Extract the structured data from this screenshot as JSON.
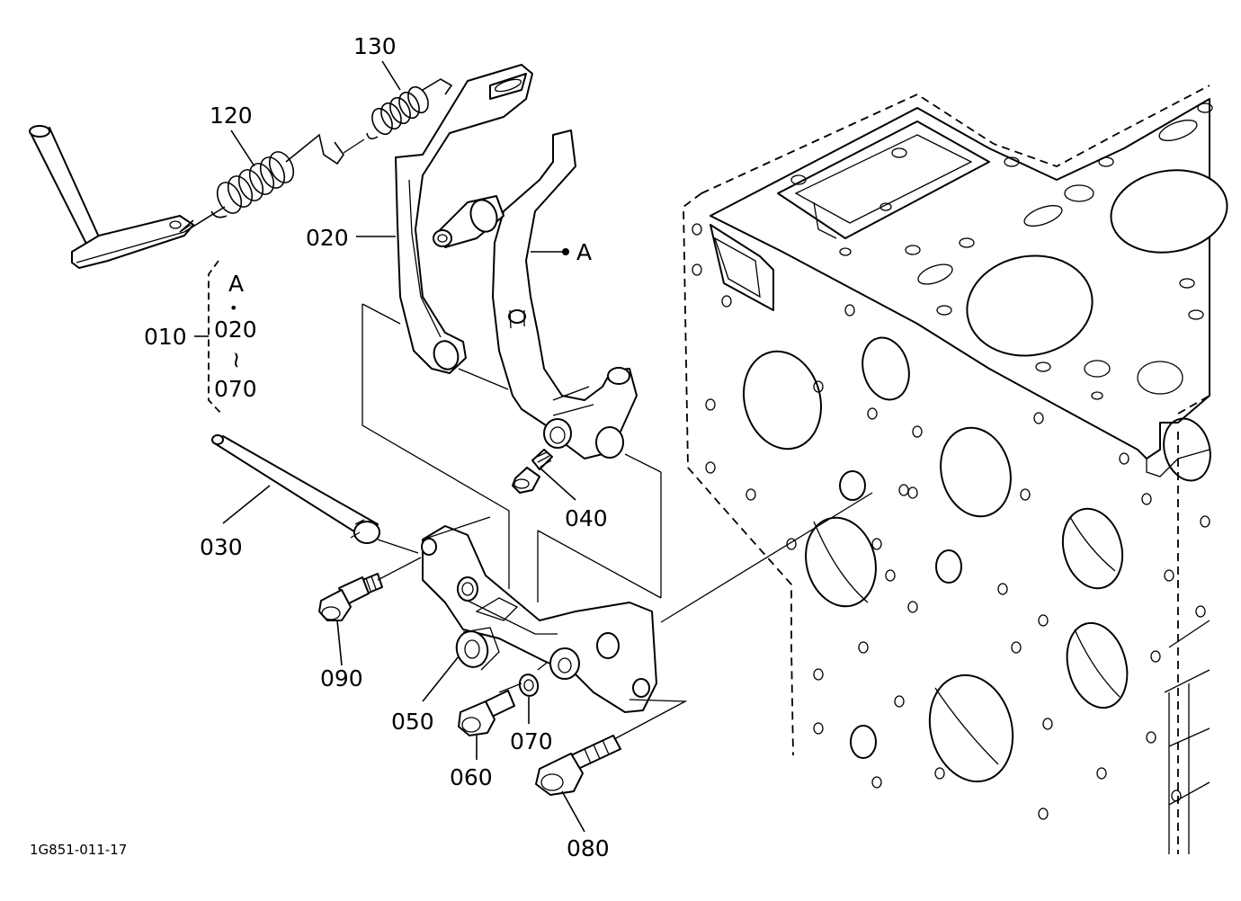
{
  "callouts": {
    "p130": "130",
    "p120": "120",
    "p020": "020",
    "pA": "A",
    "p010": "010",
    "g_a": "A",
    "g_dot": "•",
    "g_020": "020",
    "g_tilde": "~",
    "g_070": "070",
    "p030": "030",
    "p040": "040",
    "p090": "090",
    "p050": "050",
    "p070": "070",
    "p060": "060",
    "p080": "080"
  },
  "figure_code": "1G851-011-17",
  "icons": [
    "engine-block-drawing",
    "tension-spring",
    "lever-bracket",
    "pin",
    "bolt",
    "washer",
    "bearing-bracket"
  ]
}
